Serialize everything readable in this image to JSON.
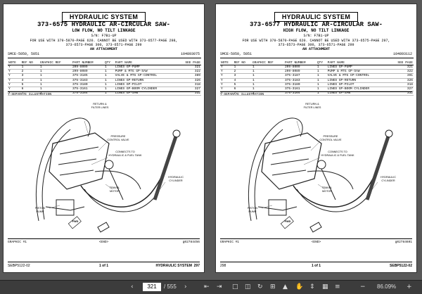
{
  "viewer": {
    "current_page": "321",
    "total_pages": "/ 555",
    "zoom": "86.09%"
  },
  "pages": [
    {
      "system_title": "HYDRAULIC SYSTEM",
      "title": "373-6575 HYDRAULIC AR-CIRCULAR SAW-",
      "subtitle": "LOW FLOW, NO TILT LINKAGE",
      "sn": "S/N: F7B1-UP",
      "usage1": "FOR USE WITH 379-5870-PAGE 620. CANNOT BE USED WITH 373-6577-PAGE 298,",
      "usage2": "373-6573-PAGE 300, 373-6571-PAGE 299",
      "attachment": "AN ATTACHMENT",
      "models": "SMCE-5050, 5051",
      "doc_id": "i04893075",
      "columns": [
        "NOTE",
        "REF NO",
        "GRAPHIC REF",
        "PART NUMBER",
        "QTY",
        "PART NAME",
        "SEE PAGE"
      ],
      "rows": [
        [
          "Y",
          "1",
          "1",
          "209-8009",
          "1",
          "LINES GP-PUMP",
          "321"
        ],
        [
          "Y",
          "2",
          "1",
          "299-8089",
          "1",
          "PUMP & MTG GP-SAW",
          "322"
        ],
        [
          "Y",
          "3",
          "1",
          "375-3185",
          "1",
          "VALVE & MTG GP-CONTROL",
          "389"
        ],
        [
          "Y",
          "4",
          "1",
          "375-3183",
          "1",
          "LINES GP-RETURN",
          "326"
        ],
        [
          "Y",
          "5",
          "1",
          "375-3180",
          "1",
          "LINES GP-PILOT",
          "318"
        ],
        [
          "Y",
          "6",
          "1",
          "375-3161",
          "1",
          "LINES GP-BOOM CYLINDER",
          "327"
        ],
        [
          "Y",
          "7",
          "1",
          "375-3164",
          "1",
          "LINES GP-SAW",
          "332"
        ]
      ],
      "footnote": "Y-SEPARATE ILLUSTRATION",
      "labels": {
        "return": "RETURN &\nFILTER LINES",
        "pressure": "PRESSURE\nCONTROL VALVE",
        "connects": "CONNECTS TO\nHYDRAULIC & FUEL TANK",
        "travel": "TRAVEL\nMOTOR",
        "cylinder": "HYDRAULIC\nCYLINDER",
        "piston": "PISTON\nPUMP",
        "fwd": "FWD"
      },
      "graphic_label": "GRAPHIC #1",
      "end_label": "<END>",
      "graphic_id": "g02784456",
      "footer_left": "SEBP5122-02",
      "footer_mid": "1  of  1",
      "footer_system": "HYDRAULIC SYSTEM",
      "footer_page": "297"
    },
    {
      "system_title": "HYDRAULIC SYSTEM",
      "title": "373-6577 HYDRAULIC AR-CIRCULAR SAW-",
      "subtitle": "HIGH FLOW, NO TILT LINKAGE",
      "sn": "S/N: F7B1-UP",
      "usage1": "FOR USE WITH 379-5870-PAGE 620. CANNOT BE USED WITH 373-6575-PAGE 297,",
      "usage2": "373-6573-PAGE 300, 373-6571-PAGE 299",
      "attachment": "AN ATTACHMENT",
      "models": "SMCE-5050, 5051",
      "doc_id": "i04893112",
      "columns": [
        "NOTE",
        "REF NO",
        "GRAPHIC REF",
        "PART NUMBER",
        "QTY",
        "PART NAME",
        "SEE PAGE"
      ],
      "rows": [
        [
          "Y",
          "1",
          "1",
          "209-8009",
          "1",
          "LINES GP-PUMP",
          "321"
        ],
        [
          "Y",
          "2",
          "1",
          "299-8089",
          "1",
          "PUMP & MTG GP-SAW",
          "322"
        ],
        [
          "Y",
          "3",
          "1",
          "375-3187",
          "1",
          "VALVE & MTG GP-CONTROL",
          "391"
        ],
        [
          "Y",
          "4",
          "1",
          "375-3183",
          "1",
          "LINES GP-RETURN",
          "326"
        ],
        [
          "Y",
          "5",
          "1",
          "375-3180",
          "1",
          "LINES GP-PILOT",
          "318"
        ],
        [
          "Y",
          "6",
          "1",
          "375-3161",
          "1",
          "LINES GP-BOOM CYLINDER",
          "327"
        ],
        [
          "Y",
          "7",
          "1",
          "375-3164",
          "1",
          "LINES GP-SAW",
          "332"
        ]
      ],
      "footnote": "Y-SEPARATE ILLUSTRATION",
      "labels": {
        "return": "RETURN &\nFILTER LINES",
        "pressure": "PRESSURE\nCONTROL VALVE",
        "connects": "CONNECTS TO\nHYDRAULIC & FUEL TANK",
        "travel": "TRAVEL\nMOTOR",
        "cylinder": "HYDRAULIC\nCYLINDER",
        "piston": "PISTON\nPUMP",
        "fwd": "FWD"
      },
      "graphic_label": "GRAPHIC #1",
      "end_label": "<END>",
      "graphic_id": "g02784601",
      "footer_left": "SEBP5122-02",
      "footer_mid": "1  of  1",
      "footer_system": "HYDRAULIC SYSTEM",
      "footer_page": "298"
    }
  ]
}
